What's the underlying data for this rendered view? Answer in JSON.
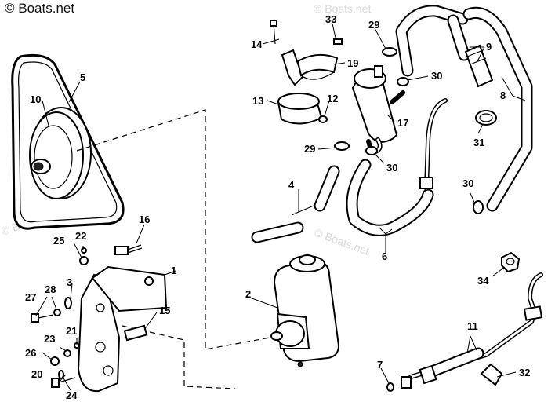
{
  "watermark": {
    "main": "© Boats.net",
    "faint_1": "© Boats.net",
    "faint_2": "© Boats.net",
    "faint_3": "© Boats.net"
  },
  "callouts": [
    {
      "id": "p1",
      "label": "1"
    },
    {
      "id": "p2",
      "label": "2"
    },
    {
      "id": "p3",
      "label": "3"
    },
    {
      "id": "p4",
      "label": "4"
    },
    {
      "id": "p5",
      "label": "5"
    },
    {
      "id": "p6",
      "label": "6"
    },
    {
      "id": "p7",
      "label": "7"
    },
    {
      "id": "p8",
      "label": "8"
    },
    {
      "id": "p9",
      "label": "9"
    },
    {
      "id": "p10",
      "label": "10"
    },
    {
      "id": "p11",
      "label": "11"
    },
    {
      "id": "p12",
      "label": "12"
    },
    {
      "id": "p13",
      "label": "13"
    },
    {
      "id": "p14",
      "label": "14"
    },
    {
      "id": "p15",
      "label": "15"
    },
    {
      "id": "p16",
      "label": "16"
    },
    {
      "id": "p17",
      "label": "17"
    },
    {
      "id": "p19",
      "label": "19"
    },
    {
      "id": "p20",
      "label": "20"
    },
    {
      "id": "p21",
      "label": "21"
    },
    {
      "id": "p22",
      "label": "22"
    },
    {
      "id": "p23",
      "label": "23"
    },
    {
      "id": "p24",
      "label": "24"
    },
    {
      "id": "p25",
      "label": "25"
    },
    {
      "id": "p26",
      "label": "26"
    },
    {
      "id": "p27",
      "label": "27"
    },
    {
      "id": "p28",
      "label": "28"
    },
    {
      "id": "p29a",
      "label": "29"
    },
    {
      "id": "p29b",
      "label": "29"
    },
    {
      "id": "p30a",
      "label": "30"
    },
    {
      "id": "p30b",
      "label": "30"
    },
    {
      "id": "p30c",
      "label": "30"
    },
    {
      "id": "p31",
      "label": "31"
    },
    {
      "id": "p32",
      "label": "32"
    },
    {
      "id": "p33",
      "label": "33"
    },
    {
      "id": "p34",
      "label": "34"
    }
  ]
}
